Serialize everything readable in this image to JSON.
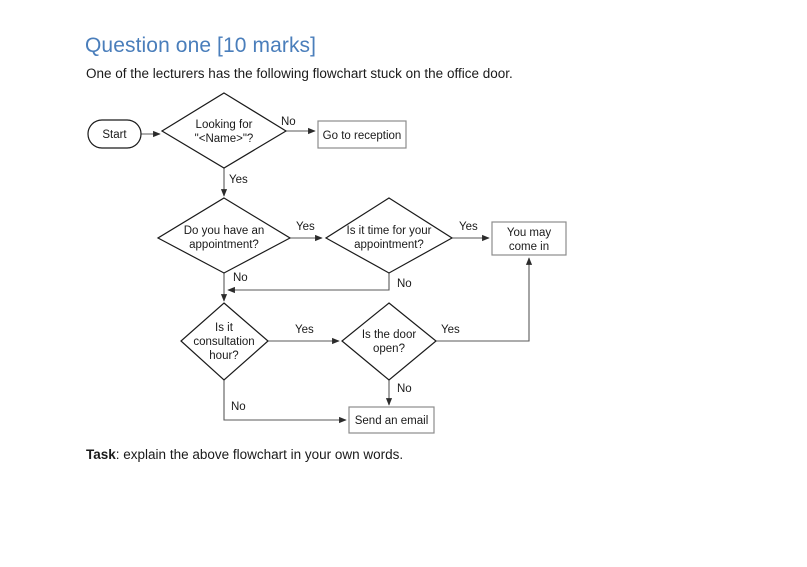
{
  "page": {
    "heading": "Question one [10 marks]",
    "intro": "One of the lecturers has the following flowchart stuck on the office door.",
    "task_label": "Task",
    "task_text": ": explain the above flowchart in your own words.",
    "heading_color": "#4a7ebb",
    "body_color": "#1a1a1a",
    "background": "#ffffff"
  },
  "flowchart": {
    "nodes": {
      "start": {
        "type": "terminator",
        "label": "Start"
      },
      "looking_for": {
        "type": "decision",
        "line1": "Looking for",
        "line2": "\"<Name>\"?"
      },
      "go_to_reception": {
        "type": "process",
        "label": "Go to reception"
      },
      "have_appointment": {
        "type": "decision",
        "line1": "Do you have an",
        "line2": "appointment?"
      },
      "time_for_appt": {
        "type": "decision",
        "line1": "Is it time for your",
        "line2": "appointment?"
      },
      "you_may_come_in": {
        "type": "process",
        "line1": "You may",
        "line2": "come in"
      },
      "consultation_hour": {
        "type": "decision",
        "line1": "Is it",
        "line2": "consultation",
        "line3": "hour?"
      },
      "door_open": {
        "type": "decision",
        "line1": "Is the door",
        "line2": "open?"
      },
      "send_an_email": {
        "type": "process",
        "label": "Send an email"
      }
    },
    "edges": [
      {
        "id": "start-to-looking",
        "from": "start",
        "to": "looking_for",
        "label": ""
      },
      {
        "id": "looking-no-reception",
        "from": "looking_for",
        "to": "go_to_reception",
        "label": "No"
      },
      {
        "id": "looking-yes-appointment",
        "from": "looking_for",
        "to": "have_appointment",
        "label": "Yes"
      },
      {
        "id": "appointment-yes-time",
        "from": "have_appointment",
        "to": "time_for_appt",
        "label": "Yes"
      },
      {
        "id": "appointment-no-consultation",
        "from": "have_appointment",
        "to": "consultation_hour",
        "label": "No"
      },
      {
        "id": "time-yes-come-in",
        "from": "time_for_appt",
        "to": "you_may_come_in",
        "label": "Yes"
      },
      {
        "id": "time-no-consultation",
        "from": "time_for_appt",
        "to": "consultation_hour",
        "label": "No"
      },
      {
        "id": "consultation-yes-door",
        "from": "consultation_hour",
        "to": "door_open",
        "label": "Yes"
      },
      {
        "id": "consultation-no-email",
        "from": "consultation_hour",
        "to": "send_an_email",
        "label": "No"
      },
      {
        "id": "door-yes-come-in",
        "from": "door_open",
        "to": "you_may_come_in",
        "label": "Yes"
      },
      {
        "id": "door-no-email",
        "from": "door_open",
        "to": "send_an_email",
        "label": "No"
      }
    ]
  }
}
